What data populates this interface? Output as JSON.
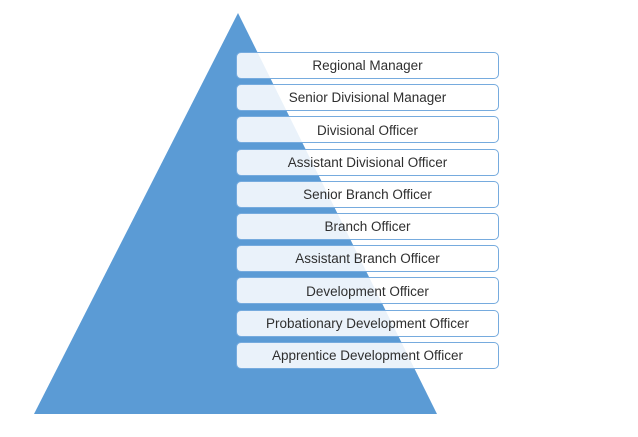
{
  "diagram": {
    "type": "pyramid",
    "levels": [
      {
        "label": "Regional Manager"
      },
      {
        "label": "Senior Divisional Manager"
      },
      {
        "label": "Divisional Officer"
      },
      {
        "label": "Assistant Divisional Officer"
      },
      {
        "label": "Senior Branch Officer"
      },
      {
        "label": "Branch Officer"
      },
      {
        "label": "Assistant Branch Officer"
      },
      {
        "label": "Development Officer"
      },
      {
        "label": "Probationary Development Officer"
      },
      {
        "label": "Apprentice Development Officer"
      }
    ],
    "colors": {
      "pyramid_fill": "#5B9BD5",
      "box_border": "#76ABDE",
      "box_fill": "rgba(255,255,255,0.87)",
      "text": "#2F2F2F",
      "background": "#FFFFFF"
    }
  }
}
